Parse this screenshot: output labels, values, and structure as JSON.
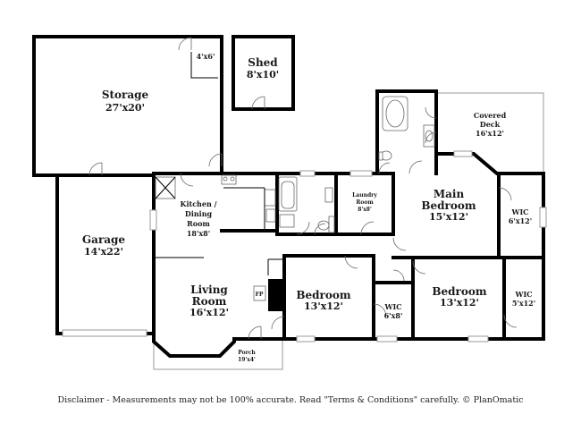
{
  "rooms": {
    "storage": {
      "name": "Storage",
      "dim": "27'x20'"
    },
    "storage_closet": {
      "dim": "4'x6'"
    },
    "shed": {
      "name": "Shed",
      "dim": "8'x10'"
    },
    "covered_deck": {
      "name_line1": "Covered",
      "name_line2": "Deck",
      "dim": "16'x12'"
    },
    "garage": {
      "name": "Garage",
      "dim": "14'x22'"
    },
    "kitchen": {
      "name_line1": "Kitchen /",
      "name_line2": "Dining",
      "name_line3": "Room",
      "dim": "18'x8'"
    },
    "laundry": {
      "name_line1": "Laundry",
      "name_line2": "Room",
      "dim": "8'x8'"
    },
    "main_bedroom": {
      "name_line1": "Main",
      "name_line2": "Bedroom",
      "dim": "15'x12'"
    },
    "wic_main": {
      "name": "WIC",
      "dim": "6'x12'"
    },
    "living": {
      "name_line1": "Living",
      "name_line2": "Room",
      "dim": "16'x12'"
    },
    "fireplace": {
      "label": "FP"
    },
    "bedroom_center": {
      "name": "Bedroom",
      "dim": "13'x12'"
    },
    "wic_center": {
      "name": "WIC",
      "dim": "6'x8'"
    },
    "bedroom_right": {
      "name": "Bedroom",
      "dim": "13'x12'"
    },
    "wic_right": {
      "name": "WIC",
      "dim": "5'x12'"
    },
    "porch": {
      "name": "Porch",
      "dim": "19'x4'"
    }
  },
  "disclaimer": "Disclaimer - Measurements may not be 100% accurate. Read \"Terms & Conditions\" carefully. © PlanOmatic"
}
